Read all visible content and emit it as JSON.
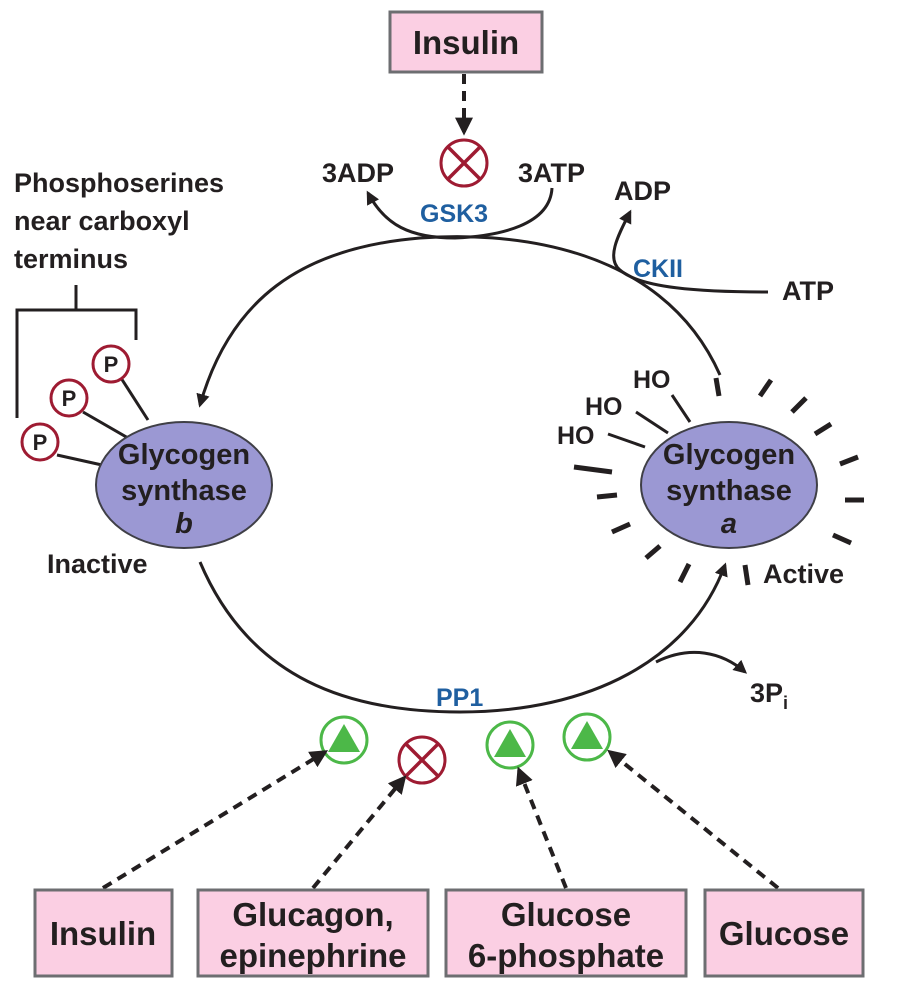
{
  "top_regulator": {
    "label": "Insulin"
  },
  "gsk3": {
    "enzyme": "GSK3",
    "product": "3ADP",
    "substrate": "3ATP"
  },
  "ckii": {
    "enzyme": "CKII",
    "product": "ADP",
    "substrate": "ATP"
  },
  "pp1": {
    "enzyme": "PP1",
    "product_base": "3P",
    "product_subscript": "i"
  },
  "phosphoserine_label": {
    "line1": "Phosphoserines",
    "line2": "near carboxyl",
    "line3": "terminus"
  },
  "phosphate_symbol": "P",
  "hydroxyl_symbol": "HO",
  "glycogen_synthase_b": {
    "line1": "Glycogen",
    "line2": "synthase",
    "line3": "b",
    "state": "Inactive"
  },
  "glycogen_synthase_a": {
    "line1": "Glycogen",
    "line2": "synthase",
    "line3": "a",
    "state": "Active"
  },
  "bottom_regulators": [
    {
      "line1": "Insulin",
      "line2": "",
      "effect": "activates"
    },
    {
      "line1": "Glucagon,",
      "line2": "epinephrine",
      "effect": "inhibits"
    },
    {
      "line1": "Glucose",
      "line2": "6-phosphate",
      "effect": "activates"
    },
    {
      "line1": "Glucose",
      "line2": "",
      "effect": "activates"
    }
  ],
  "colors": {
    "regulator_box": "#fbcfe3",
    "enzyme_label": "#1f5fa0",
    "synthase_fill": "#9b98d3",
    "inhibitor": "#9e1b32",
    "activator": "#4cb848"
  }
}
